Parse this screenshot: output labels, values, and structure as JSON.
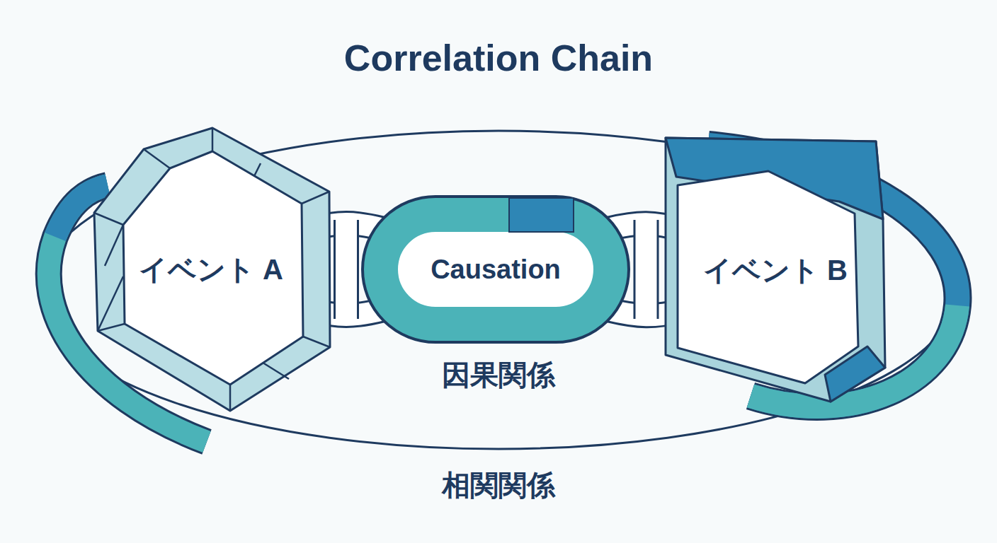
{
  "diagram": {
    "title": "Correlation Chain",
    "nodes": [
      {
        "text": [
          "イベント A"
        ]
      },
      {
        "text": [
          "Causation"
        ]
      },
      {
        "text": [
          "イベント B"
        ]
      }
    ],
    "edges": [
      {
        "from": 0,
        "to": 1,
        "arrow": "none"
      },
      {
        "from": 1,
        "to": 2,
        "arrow": "none"
      }
    ],
    "labels": [
      "因果関係",
      "相関関係"
    ]
  }
}
